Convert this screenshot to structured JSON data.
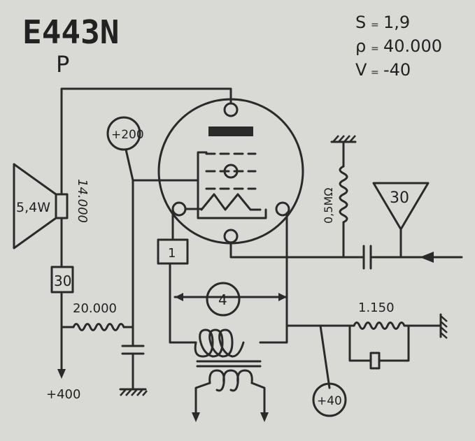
{
  "header": {
    "tube_type": "E443N",
    "mode": "P"
  },
  "parameters": [
    {
      "symbol": "S",
      "value": "1,9"
    },
    {
      "symbol": "ρ",
      "value": "40.000"
    },
    {
      "symbol": "V",
      "value": "-40"
    }
  ],
  "components": {
    "speaker_power": "5,4W",
    "speaker_winding": "14.000",
    "screen_voltage": "+200",
    "plate_resistor_box": "30",
    "series_resistor": "20.000",
    "supply_voltage": "+400",
    "grid_leak": "0,5MΩ",
    "input_gain": "30",
    "filament_box": "1",
    "filament_volts": "4",
    "cathode_resistor": "1.150",
    "bias_voltage": "+40"
  },
  "colors": {
    "paper": "#d9d9d6",
    "ink": "#2a2a2a"
  }
}
